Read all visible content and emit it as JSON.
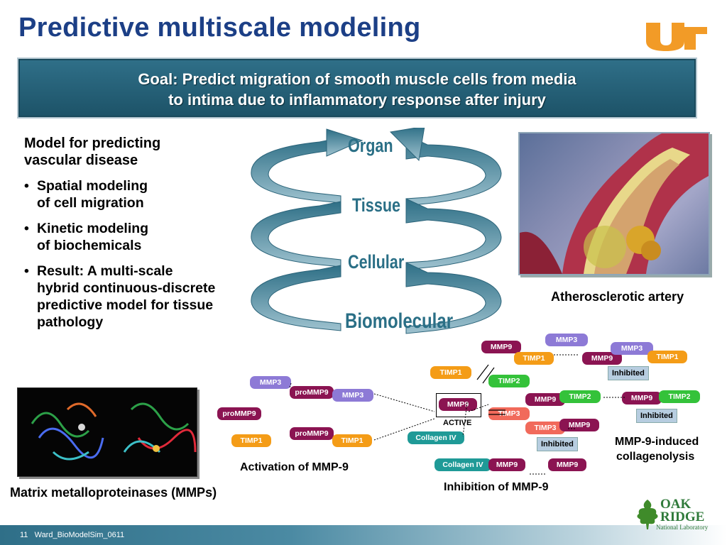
{
  "title": "Predictive multiscale modeling",
  "goal": {
    "line1": "Goal:  Predict migration of smooth muscle cells from media",
    "line2": "to intima due to inflammatory response after injury"
  },
  "model": {
    "heading_line1": "Model for predicting",
    "heading_line2": "vascular disease",
    "bullets": [
      [
        "Spatial modeling",
        "of cell migration"
      ],
      [
        "Kinetic modeling",
        "of biochemicals"
      ],
      [
        "Result: A multi-scale",
        "hybrid continuous-discrete",
        "predictive model for tissue",
        "pathology"
      ]
    ]
  },
  "scales": [
    "Organ",
    "Tissue",
    "Cellular",
    "Biomolecular"
  ],
  "captions": {
    "artery": "Atherosclerotic artery",
    "mmp": "Matrix metalloproteinases (MMPs)",
    "activation": "Activation of MMP-9",
    "inhibition": "Inhibition of MMP-9",
    "collagenolysis_1": "MMP-9-induced",
    "collagenolysis_2": "collagenolysis"
  },
  "diagram": {
    "mmp3": "MMP3",
    "mmp9": "MMP9",
    "prommp9": "proMMP9",
    "timp1": "TIMP1",
    "timp2": "TIMP2",
    "timp3": "TIMP3",
    "collagen": "Collagen IV",
    "active": "ACTIVE",
    "inhibited": "Inhibited"
  },
  "footer": {
    "slide_number": "11",
    "label": "Ward_BioModelSim_0611"
  },
  "logos": {
    "ut": "UT",
    "ornl_line1": "OAK",
    "ornl_line2": "RIDGE",
    "ornl_line3": "National Laboratory"
  },
  "colors": {
    "title": "#1c3f86",
    "goal_bg": "#2f6f88",
    "arrow": "#3f8198",
    "ut_orange": "#f29b27"
  }
}
